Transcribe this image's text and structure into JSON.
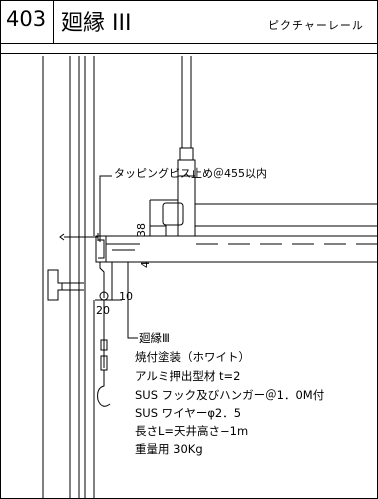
{
  "header": {
    "number": "403",
    "title": "廻縁 III",
    "subtitle": "ピクチャーレール"
  },
  "callouts": {
    "screw": "タッピングビス止め＠455以内",
    "dim_38": "38",
    "dim_4": "4",
    "dim_10": "10",
    "dim_20": "20"
  },
  "spec": {
    "heading": "廻縁Ⅲ",
    "lines": [
      "焼付塗装（ホワイト）",
      "アルミ押出型材 t=2",
      "SUS フック及びハンガー＠1．0M付",
      "SUS ワイヤーφ2．5",
      "長さL=天井高さ−1m",
      "重量用 30Kg"
    ]
  }
}
